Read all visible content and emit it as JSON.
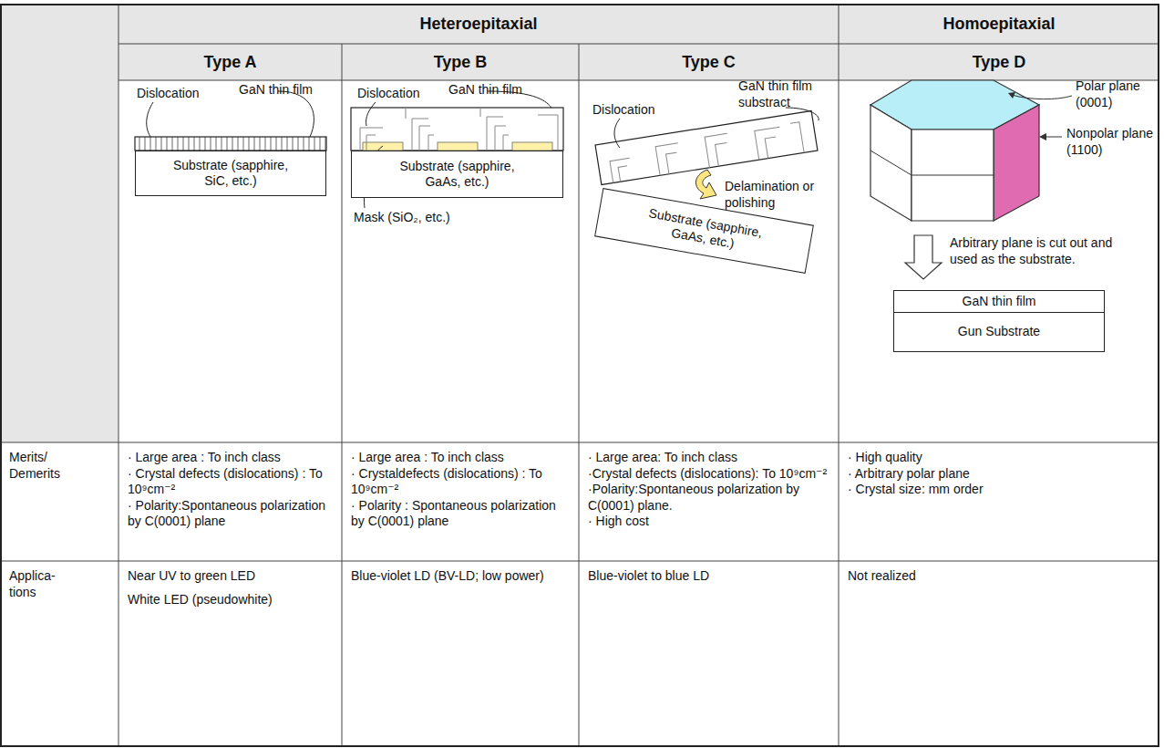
{
  "diagram": {
    "nodes": [
      {
        "text": [
          "Substrate (sapphire, SiC, etc.)"
        ]
      },
      {
        "text": [
          "Substrate (sapphire, GaAs, etc.)"
        ]
      },
      {
        "text": [
          "Substrate (sapphire, GaAs, etc.)"
        ]
      },
      {
        "text": [
          "GaN thin film"
        ]
      },
      {
        "text": [
          "Gun Substrate"
        ]
      }
    ],
    "labels": [
      "Heteroepitaxial",
      "Homoepitaxial",
      "Type A",
      "Type B",
      "Type C",
      "Type D",
      "Dislocation",
      "GaN thin film",
      "Dislocation",
      "GaN thin film",
      "Mask (SiO₂, etc.)",
      "Dislocation",
      "GaN thin film substract",
      "Delamination or polishing",
      "Polar plane (0001)",
      "Nonpolar plane (1100)",
      "Arbitrary plane is cut out and used as the substrate.",
      "Merits/ Demerits",
      "Applica- tions",
      "· Large area : To inch class",
      "· Crystal defects (dislocations) : To 10⁹cm⁻²",
      "· Polarity:Spontaneous polarization by C(0001) plane",
      "· Large area : To inch class",
      "· Crystaldefects (dislocations) : To 10⁹cm⁻²",
      "· Polarity : Spontaneous polarization by C(0001) plane",
      "· Large area: To inch class",
      "·Crystal defects (dislocations): To 10⁹cm⁻²",
      "·Polarity:Spontaneous polarization by C(0001) plane.",
      "· High cost",
      "· High quality",
      "· Arbitrary polar plane",
      "· Crystal size: mm order",
      "Near UV to green LED",
      "White LED (pseudowhite)",
      "Blue-violet LD (BV-LD; low power)",
      "Blue-violet to blue LD",
      "Not realized"
    ]
  }
}
